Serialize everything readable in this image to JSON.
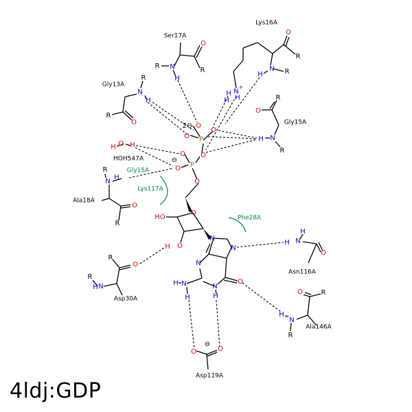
{
  "title": "4ldj:GDP",
  "residues": {
    "ser17": "Ser17A",
    "lys16": "Lys16A",
    "gly13": "Gly13A",
    "gly15_hbond": "Gly15A",
    "gly15_contact": "Gly15A",
    "hoh": "HOH547A",
    "ala18": "Ala18A",
    "lys117": "Lys117A",
    "phe28": "Phe28A",
    "asn116": "Asn116A",
    "asp30": "Asp30A",
    "ala146": "Ala146A",
    "asp119": "Asp119A"
  },
  "atoms": {
    "O": "O",
    "N": "N",
    "H": "H",
    "P": "P",
    "R": "R",
    "HO": "HO",
    "charge_plus": "+",
    "charge_minus": "⊖",
    "charge_2minus": "2⊖"
  },
  "colors": {
    "oxygen": "#e60000",
    "nitrogen": "#0000dd",
    "phosphorus": "#cc6600",
    "hydrophobic": "#008a3a",
    "bond": "#000000"
  }
}
